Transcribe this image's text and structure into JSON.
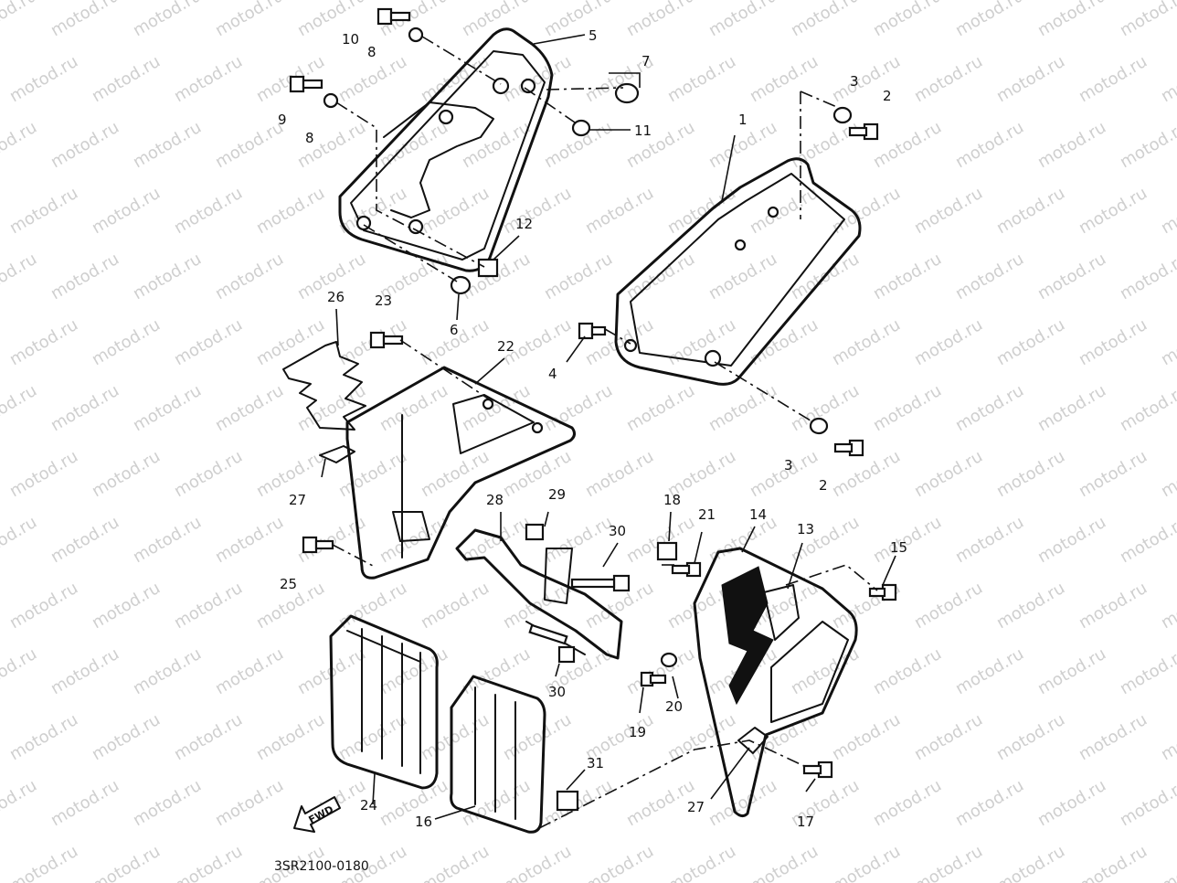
{
  "diagram": {
    "drawing_code": "3SR2100-0180",
    "fwd_label": "FWD",
    "watermark": "motod.ru",
    "callouts": [
      "10",
      "8",
      "5",
      "7",
      "9",
      "8",
      "11",
      "3",
      "2",
      "1",
      "12",
      "6",
      "26",
      "23",
      "22",
      "4",
      "3",
      "2",
      "27",
      "28",
      "29",
      "30",
      "18",
      "21",
      "14",
      "13",
      "15",
      "25",
      "30",
      "20",
      "19",
      "24",
      "31",
      "16",
      "27",
      "17"
    ]
  }
}
